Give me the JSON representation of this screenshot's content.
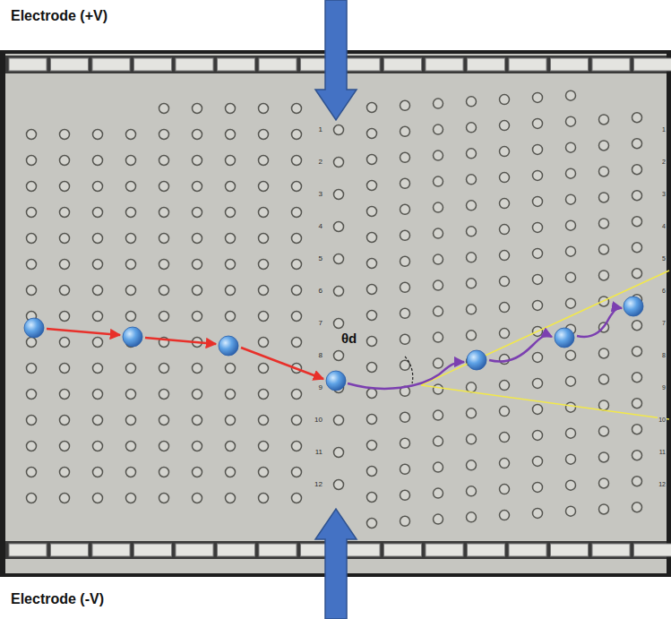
{
  "diagram": {
    "labels": [
      "Electrode (+V)",
      "Electrode (-V)",
      "θd",
      "1",
      "2",
      "3",
      "4",
      "5",
      "6",
      "7",
      "8",
      "9",
      "10",
      "11",
      "12",
      "1",
      "2",
      "3",
      "4",
      "5",
      "6",
      "7",
      "8",
      "9",
      "10",
      "11",
      "12"
    ]
  }
}
